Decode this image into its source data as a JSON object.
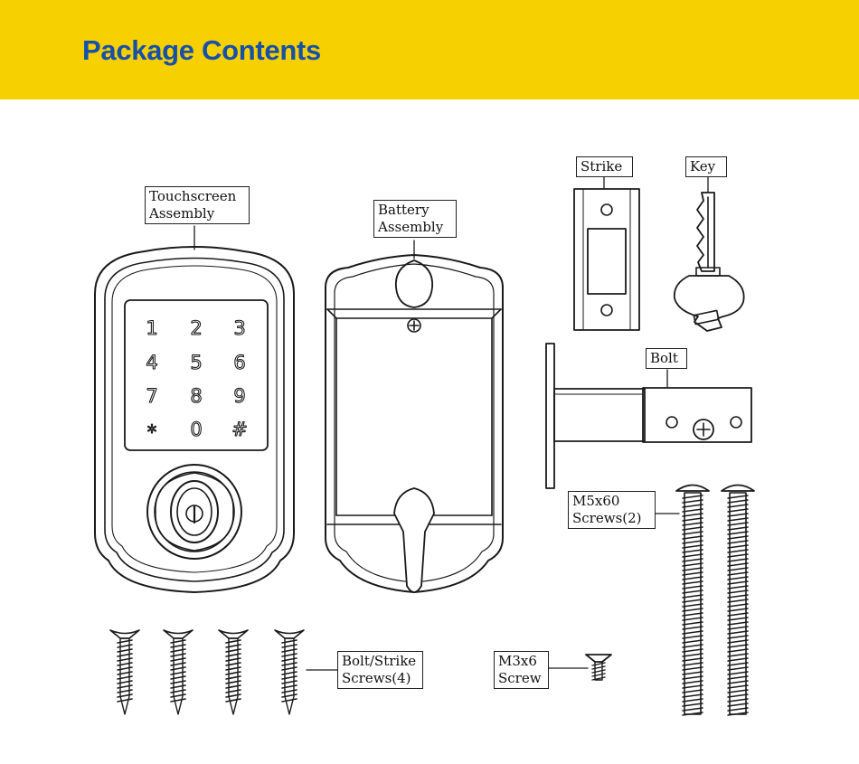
{
  "header": {
    "title": "Package Contents",
    "bg_color": "#f6d000",
    "title_color": "#1750a8"
  },
  "labels": {
    "touchscreen": [
      "Touchscreen",
      "Assembly"
    ],
    "battery": [
      "Battery",
      "Assembly"
    ],
    "strike": [
      "Strike"
    ],
    "key": [
      "Key"
    ],
    "bolt": [
      "Bolt"
    ],
    "m5x60": [
      "M5x60",
      "Screws(2)"
    ],
    "bolt_strike_screws": [
      "Bolt/Strike",
      "Screws(4)"
    ],
    "m3x6": [
      "M3x6",
      "Screw"
    ]
  },
  "keypad": [
    "1",
    "2",
    "3",
    "4",
    "5",
    "6",
    "7",
    "8",
    "9",
    "*",
    "0",
    "#"
  ]
}
